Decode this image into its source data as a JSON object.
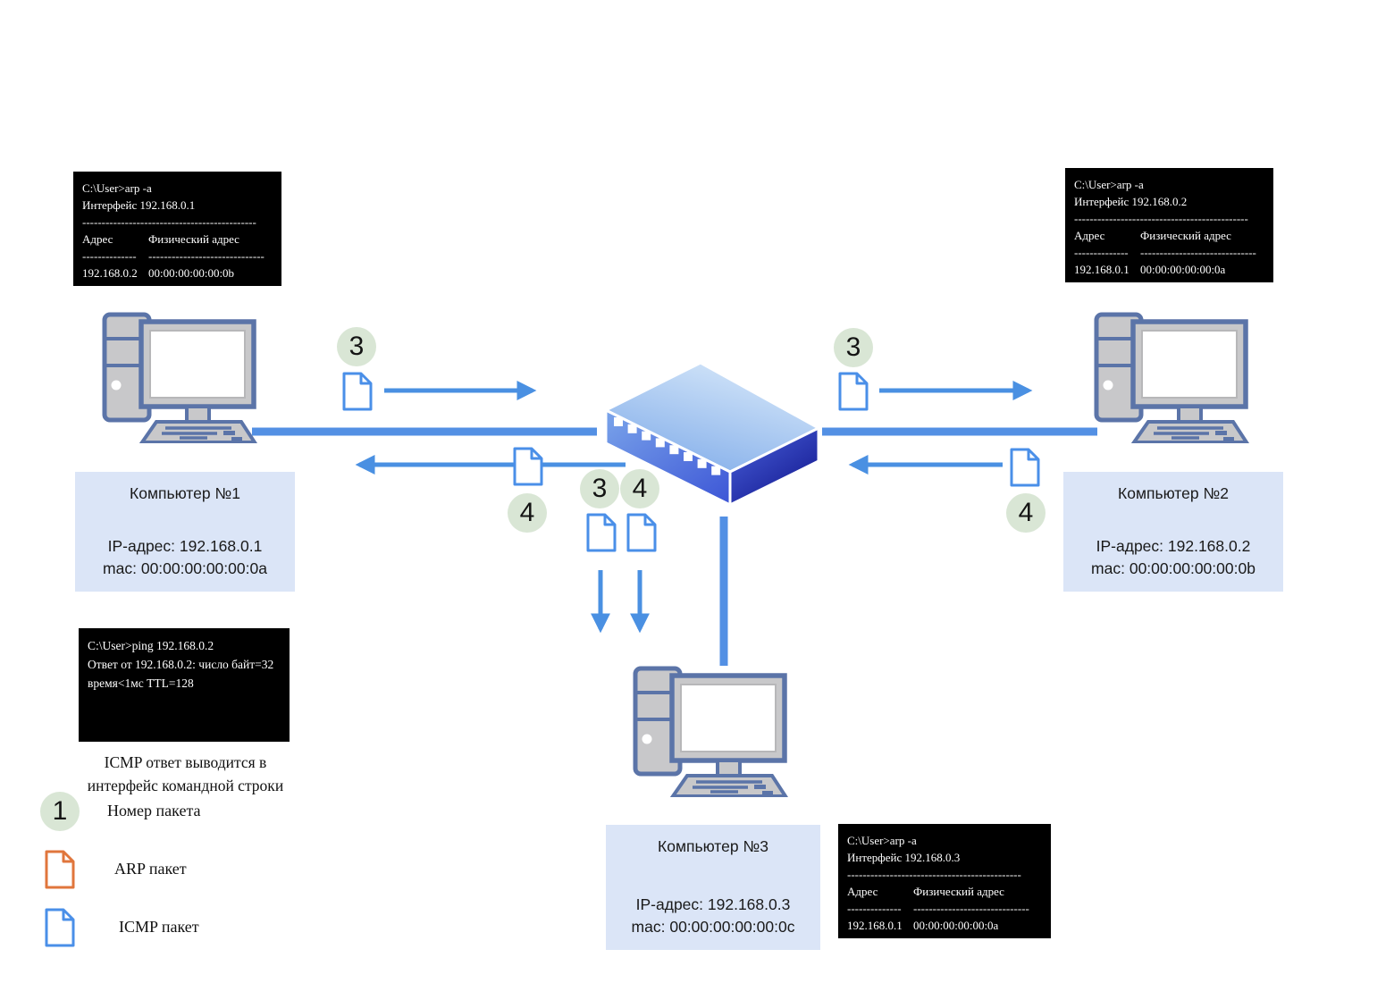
{
  "colors": {
    "link_blue": "#5390e4",
    "arrow_blue": "#4a90e2",
    "icmp_doc_blue": "#4a8fe8",
    "arp_doc_orange": "#e0763c",
    "badge_green": "#d9e6d5",
    "info_box_bg": "#dbe5f7",
    "terminal_bg": "#000000",
    "terminal_text": "#ffffff",
    "computer_fill": "#c8c8ca",
    "computer_stroke": "#5b74a8"
  },
  "terminals": {
    "pc1_arp": {
      "cmd": "C:\\User>arp -a",
      "iface": "Интерфейс 192.168.0.1",
      "divider": "---------------------------------------------",
      "col_addr": "Адрес",
      "col_phys": "Физический адрес",
      "ul_addr": "--------------",
      "ul_phys": "------------------------------",
      "entry_ip": "192.168.0.2",
      "entry_mac": "00:00:00:00:00:0b"
    },
    "pc2_arp": {
      "cmd": "C:\\User>arp -a",
      "iface": "Интерфейс 192.168.0.2",
      "divider": "---------------------------------------------",
      "col_addr": "Адрес",
      "col_phys": "Физический адрес",
      "ul_addr": "--------------",
      "ul_phys": "------------------------------",
      "entry_ip": "192.168.0.1",
      "entry_mac": "00:00:00:00:00:0a"
    },
    "pc3_arp": {
      "cmd": "C:\\User>arp -a",
      "iface": "Интерфейс 192.168.0.3",
      "divider": "---------------------------------------------",
      "col_addr": "Адрес",
      "col_phys": "Физический адрес",
      "ul_addr": "--------------",
      "ul_phys": "------------------------------",
      "entry_ip": "192.168.0.1",
      "entry_mac": "00:00:00:00:00:0a"
    },
    "pc1_ping": {
      "line1": "C:\\User>ping 192.168.0.2",
      "line2": "Ответ от 192.168.0.2: число байт=32",
      "line3": "время<1мс TTL=128"
    }
  },
  "caption": "ICMP ответ выводится в интерфейс командной строки",
  "computers": [
    {
      "title": "Компьютер №1",
      "ip": "IP-адрес: 192.168.0.1",
      "mac": "mac: 00:00:00:00:00:0a"
    },
    {
      "title": "Компьютер №2",
      "ip": "IP-адрес: 192.168.0.2",
      "mac": "mac: 00:00:00:00:00:0b"
    },
    {
      "title": "Компьютер №3",
      "ip": "IP-адрес: 192.168.0.3",
      "mac": "mac: 00:00:00:00:00:0c"
    }
  ],
  "badges": {
    "left_out": "3",
    "left_back": "4",
    "center_a": "3",
    "center_b": "4",
    "right_out": "3",
    "right_back": "4"
  },
  "legend": {
    "number_symbol": "1",
    "number_label": "Номер пакета",
    "arp_label": "ARP пакет",
    "icmp_label": "ICMP пакет"
  }
}
